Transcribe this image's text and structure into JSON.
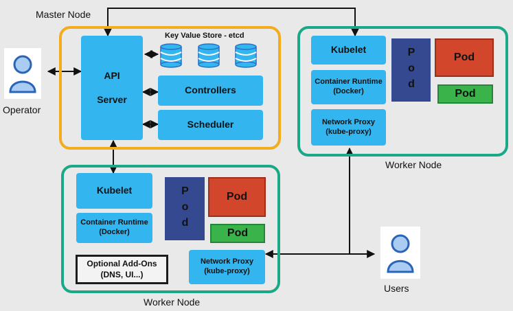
{
  "master": {
    "title": "Master Node",
    "api_server": "API\n\nServer",
    "etcd_label": "Key Value Store - etcd",
    "controllers": "Controllers",
    "scheduler": "Scheduler"
  },
  "worker_right": {
    "title": "Worker Node",
    "kubelet": "Kubelet",
    "runtime": "Container Runtime\n(Docker)",
    "proxy": "Network Proxy\n(kube-proxy)",
    "pod_vertical": "Pod",
    "pod_red": "Pod",
    "pod_green": "Pod"
  },
  "worker_bottom": {
    "title": "Worker Node",
    "kubelet": "Kubelet",
    "runtime": "Container Runtime\n(Docker)",
    "proxy": "Network Proxy\n(kube-proxy)",
    "addons": "Optional Add-Ons\n(DNS, UI...)",
    "pod_vertical": "Pod",
    "pod_red": "Pod",
    "pod_green": "Pod"
  },
  "actors": {
    "operator": "Operator",
    "users": "Users"
  },
  "icons": {
    "person": "person-icon",
    "database": "database-icon"
  },
  "colors": {
    "master_border": "#f2ac1c",
    "worker_border": "#1aa886",
    "component": "#33b5f0",
    "pod_red": "#d2472c",
    "pod_green": "#3bb34b",
    "pod_blue": "#34498f"
  }
}
